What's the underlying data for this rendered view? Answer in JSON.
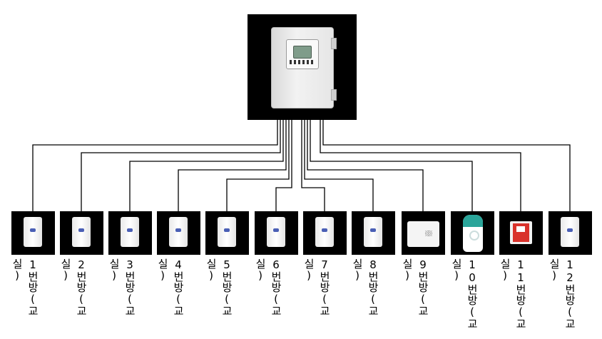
{
  "controller": {
    "name": "main-controller"
  },
  "rooms": [
    {
      "label": "1번방(교실)",
      "unit": "standard"
    },
    {
      "label": "2번방(교실)",
      "unit": "standard"
    },
    {
      "label": "3번방(교실)",
      "unit": "standard"
    },
    {
      "label": "4번방(교실)",
      "unit": "standard"
    },
    {
      "label": "5번방(교실)",
      "unit": "standard"
    },
    {
      "label": "6번방(교실)",
      "unit": "standard"
    },
    {
      "label": "7번방(교실)",
      "unit": "standard"
    },
    {
      "label": "8번방(교실)",
      "unit": "standard"
    },
    {
      "label": "9번방(교실)",
      "unit": "speaker"
    },
    {
      "label": "10번방(교실)",
      "unit": "pendant"
    },
    {
      "label": "11번방(교실)",
      "unit": "red-panel"
    },
    {
      "label": "12번방(교실)",
      "unit": "standard"
    }
  ],
  "colors": {
    "wire": "#000000",
    "panel_bg": "#000000"
  }
}
